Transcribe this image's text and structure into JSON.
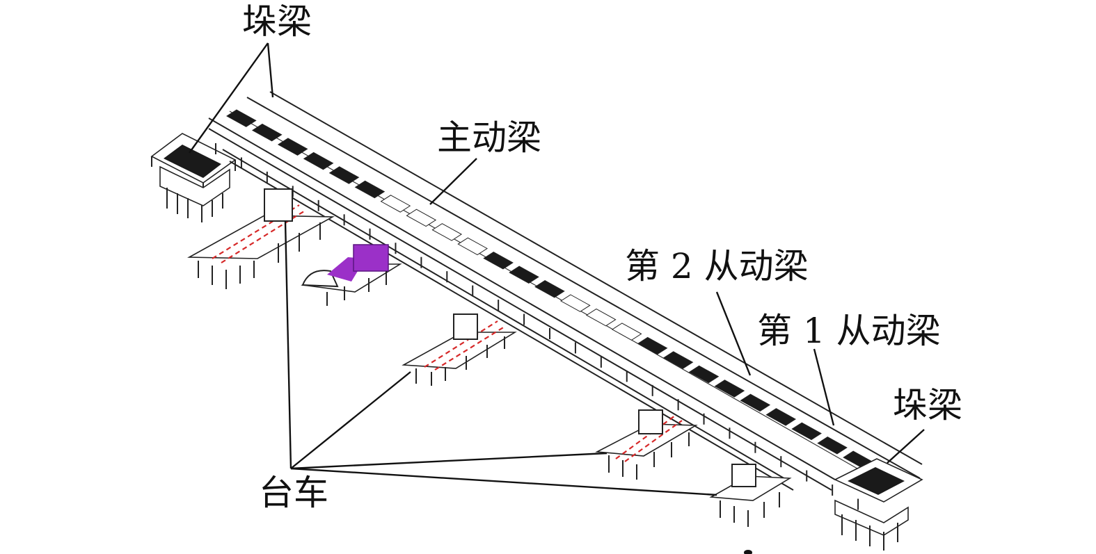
{
  "labels": {
    "crib_beam_top": "垛梁",
    "main_beam": "主动梁",
    "slave_beam_2": "第 2 从动梁",
    "slave_beam_1": "第 1 从动梁",
    "crib_beam_right": "垛梁",
    "trolley": "台车"
  },
  "colors": {
    "line": "#111111",
    "rail": "#d62828",
    "trolley_highlight": "#9b30c8",
    "background": "#ffffff"
  }
}
